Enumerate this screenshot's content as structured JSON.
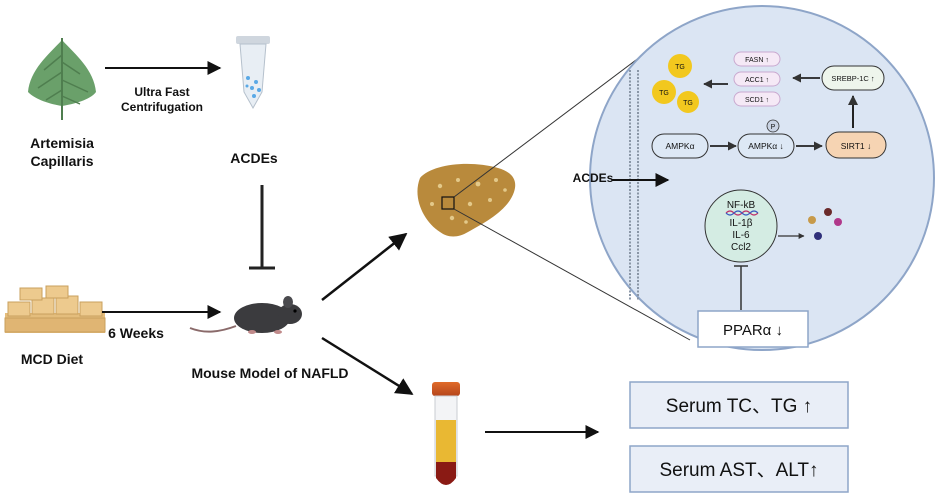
{
  "labels": {
    "plant_line1": "Artemisia",
    "plant_line2": "Capillaris",
    "process_line1": "Ultra Fast",
    "process_line2": "Centrifugation",
    "acdes": "ACDEs",
    "diet": "MCD Diet",
    "duration": "6 Weeks",
    "model": "Mouse Model of NAFLD"
  },
  "pathway": {
    "acdes": "ACDEs",
    "tg": [
      "TG",
      "TG",
      "TG"
    ],
    "lipogenic_genes": [
      "FASN ↑",
      "ACC1 ↑",
      "SCD1 ↑"
    ],
    "srebp": "SREBP-1C ↑",
    "ampk": "AMPKα",
    "p_ampk": "AMPKα ↓",
    "phospho": "P",
    "sirt1": "SIRT1 ↓",
    "inflammation": [
      "NF-kB",
      "IL-1β",
      "IL-6",
      "Ccl2"
    ],
    "ppar": "PPARα ↓"
  },
  "serum": {
    "lipids": "Serum TC、TG ↑",
    "enzymes": "Serum AST、ALT↑"
  },
  "colors": {
    "circle_fill": "#dbe5f3",
    "circle_stroke": "#8ea5c8",
    "tg": "#f2c81e",
    "gene_box": "#f5e9f6",
    "srebp_box": "#eef5ec",
    "ampk_box": "#dde8f5",
    "sirt1_box": "#f6d4b3",
    "inflam_circle": "#d4ece3",
    "liver": "#b58a3c",
    "serum_box": "#e9eef7",
    "dots": [
      "#c79a4a",
      "#6a2a2a",
      "#b0388a",
      "#2f2f7a"
    ]
  }
}
